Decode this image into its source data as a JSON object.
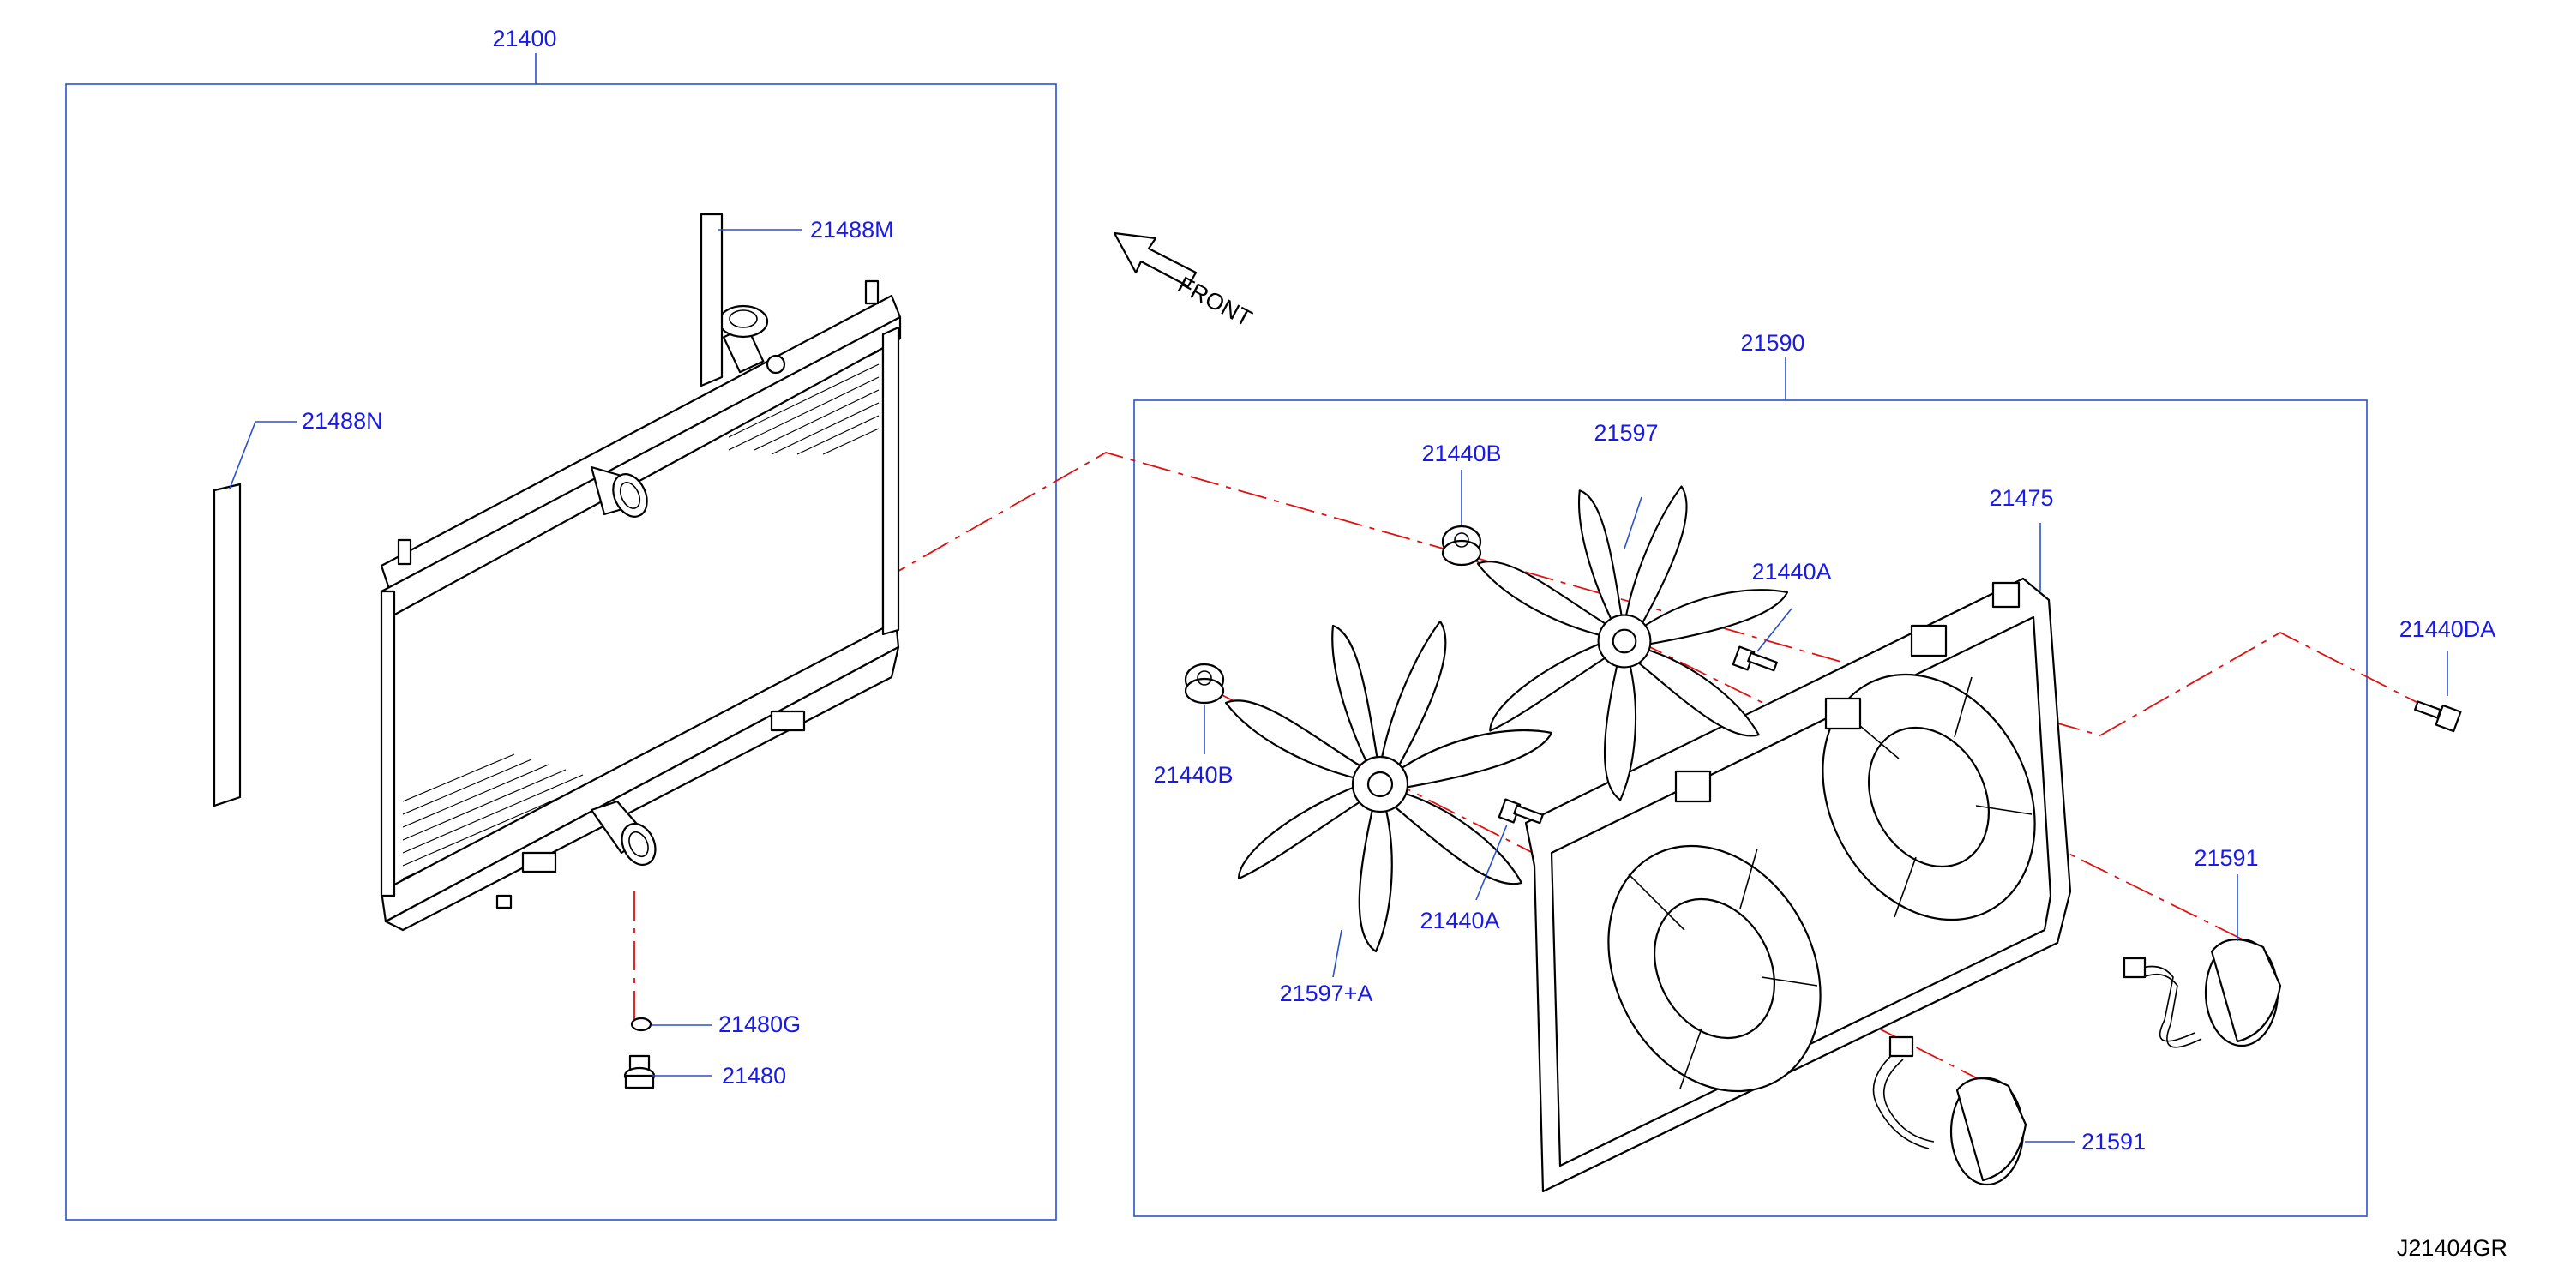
{
  "diagram": {
    "id_code": "J21404GR",
    "direction_label": "FRONT",
    "colors": {
      "callout": "#1a1ae6",
      "leader": "#2a4fcf",
      "centerline": "#e01010",
      "linework": "#000000"
    },
    "groups": [
      {
        "number": "21400"
      },
      {
        "number": "21590"
      }
    ],
    "callouts": [
      {
        "number": "21488M"
      },
      {
        "number": "21488N"
      },
      {
        "number": "21480G"
      },
      {
        "number": "21480"
      },
      {
        "number": "21440B"
      },
      {
        "number": "21597"
      },
      {
        "number": "21475"
      },
      {
        "number": "21440A"
      },
      {
        "number": "21440DA"
      },
      {
        "number": "21440B"
      },
      {
        "number": "21440A"
      },
      {
        "number": "21597+A"
      },
      {
        "number": "21591"
      },
      {
        "number": "21591"
      }
    ],
    "icons": [
      "front-arrow-icon"
    ]
  }
}
